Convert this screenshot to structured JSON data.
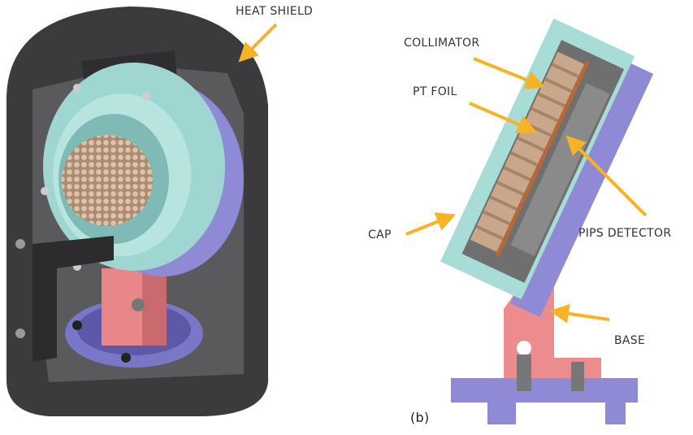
{
  "labels": {
    "heat_shield": "HEAT SHIELD",
    "collimator": "COLLIMATOR",
    "pt_foil": "PT FOIL",
    "cap": "CAP",
    "pips_detector": "PIPS DETECTOR",
    "base": "BASE",
    "panel_b": "(b)"
  },
  "colors": {
    "arrow": "#f5b325",
    "heat_shield": "#3b3b3d",
    "cap": "#a8dcd6",
    "back_plate": "#8f8ad6",
    "base": "#ec8c8e",
    "collimator": "#c8a78b",
    "detector": "#8a8a8a"
  }
}
